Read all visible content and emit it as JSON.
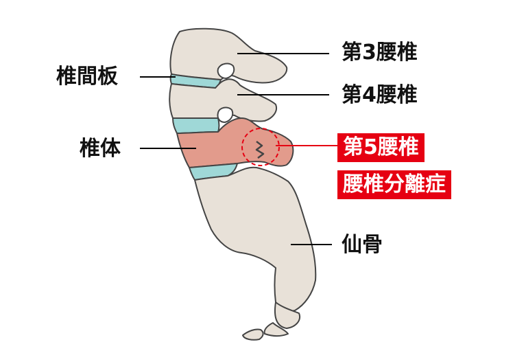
{
  "labels": {
    "l3": "第3腰椎",
    "l4": "第4腰椎",
    "l5": "第5腰椎",
    "spondylolysis": "腰椎分離症",
    "disc": "椎間板",
    "vertebral_body": "椎体",
    "sacrum": "仙骨"
  },
  "colors": {
    "bone_fill": "#e8e1d8",
    "bone_stroke": "#444444",
    "disc_fill": "#9fd8d7",
    "affected_fill": "#e29b8c",
    "highlight_red": "#e60012",
    "leader_line": "#000000"
  }
}
